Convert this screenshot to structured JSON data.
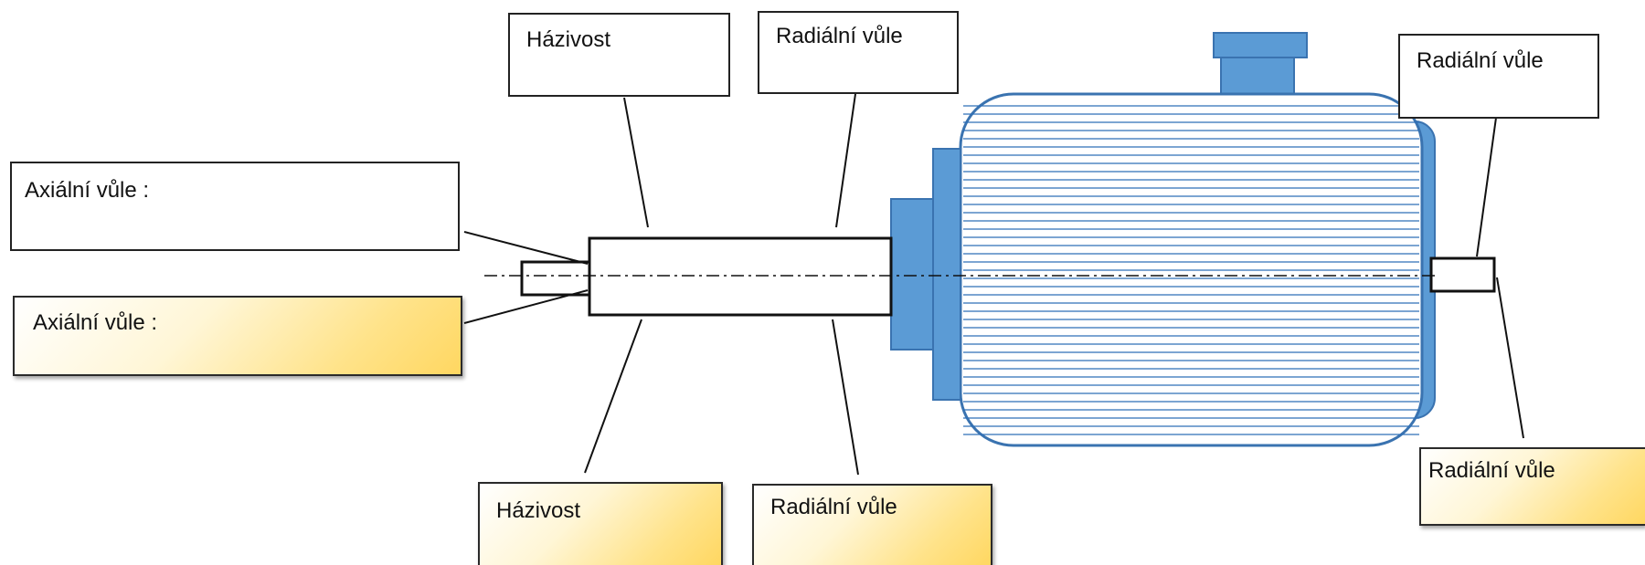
{
  "labels": {
    "axial_top": "Axiální vůle :",
    "axial_bottom": "Axiální vůle :",
    "runout_top": "Házivost",
    "runout_bottom": "Házivost",
    "radial_mid_top": "Radiální vůle",
    "radial_mid_bottom": "Radiální vůle",
    "radial_right_top": "Radiální vůle",
    "radial_right_bottom": "Radiální vůle"
  },
  "colors": {
    "motor_blue": "#5b9bd5",
    "motor_outline": "#3a73b0",
    "fin_lines": "#2e6fb7",
    "label_yellow": "#ffd761",
    "outline": "#1a1a1a"
  },
  "icons": {
    "motor": "electric-motor-icon",
    "shaft": "shaft-icon"
  }
}
